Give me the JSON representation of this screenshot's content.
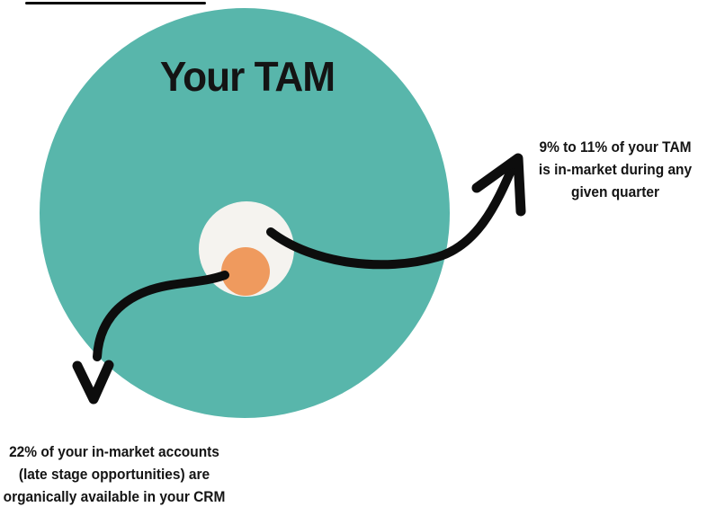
{
  "diagram": {
    "title": "Your TAM",
    "circles": {
      "tam": {
        "label": "Your TAM",
        "color": "#58b6ab"
      },
      "in_market": {
        "color": "#f5f3ef"
      },
      "crm": {
        "color": "#ef9a5e"
      }
    },
    "annotations": {
      "in_market": {
        "lines": [
          "9% to 11% of your TAM",
          "is in-market during any",
          "given quarter"
        ]
      },
      "crm": {
        "lines": [
          "22% of your in-market accounts",
          "(late stage opportunities) are",
          "organically available in your CRM"
        ]
      }
    },
    "colors": {
      "background": "#ffffff",
      "arrow": "#0d0d0d",
      "text": "#141414"
    }
  }
}
